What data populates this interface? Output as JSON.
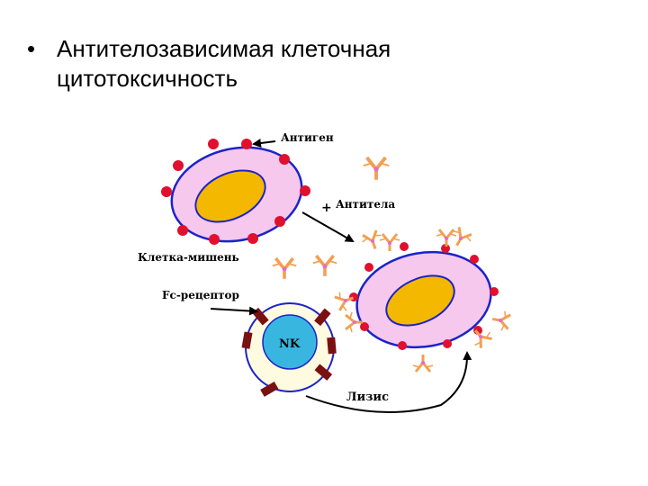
{
  "slide": {
    "bullet_char": "•",
    "title_line1": "Антителозависимая клеточная",
    "title_line2": "цитотоксичность"
  },
  "diagram": {
    "label_antigen": "Антиген",
    "label_plus": "+",
    "label_antibodies": "Антитела",
    "label_target_cell": "Клетка-мишень",
    "label_fc_receptor": "Fc-рецептор",
    "label_nk": "NK",
    "label_lysis": "Лизис"
  },
  "colors": {
    "cell_fill": "#f6c8ee",
    "cell_border": "#1c23c8",
    "nucleus": "#f5b800",
    "antigen": "#e0102e",
    "antibody": "#f2a050",
    "nk_core": "#38b6e0",
    "nk_outer": "#fffbe0",
    "fc_receptor": "#7a1010"
  },
  "icons": {
    "antibody": "y-shaped-antibody-icon",
    "antigen": "red-dot-antigen-icon"
  }
}
